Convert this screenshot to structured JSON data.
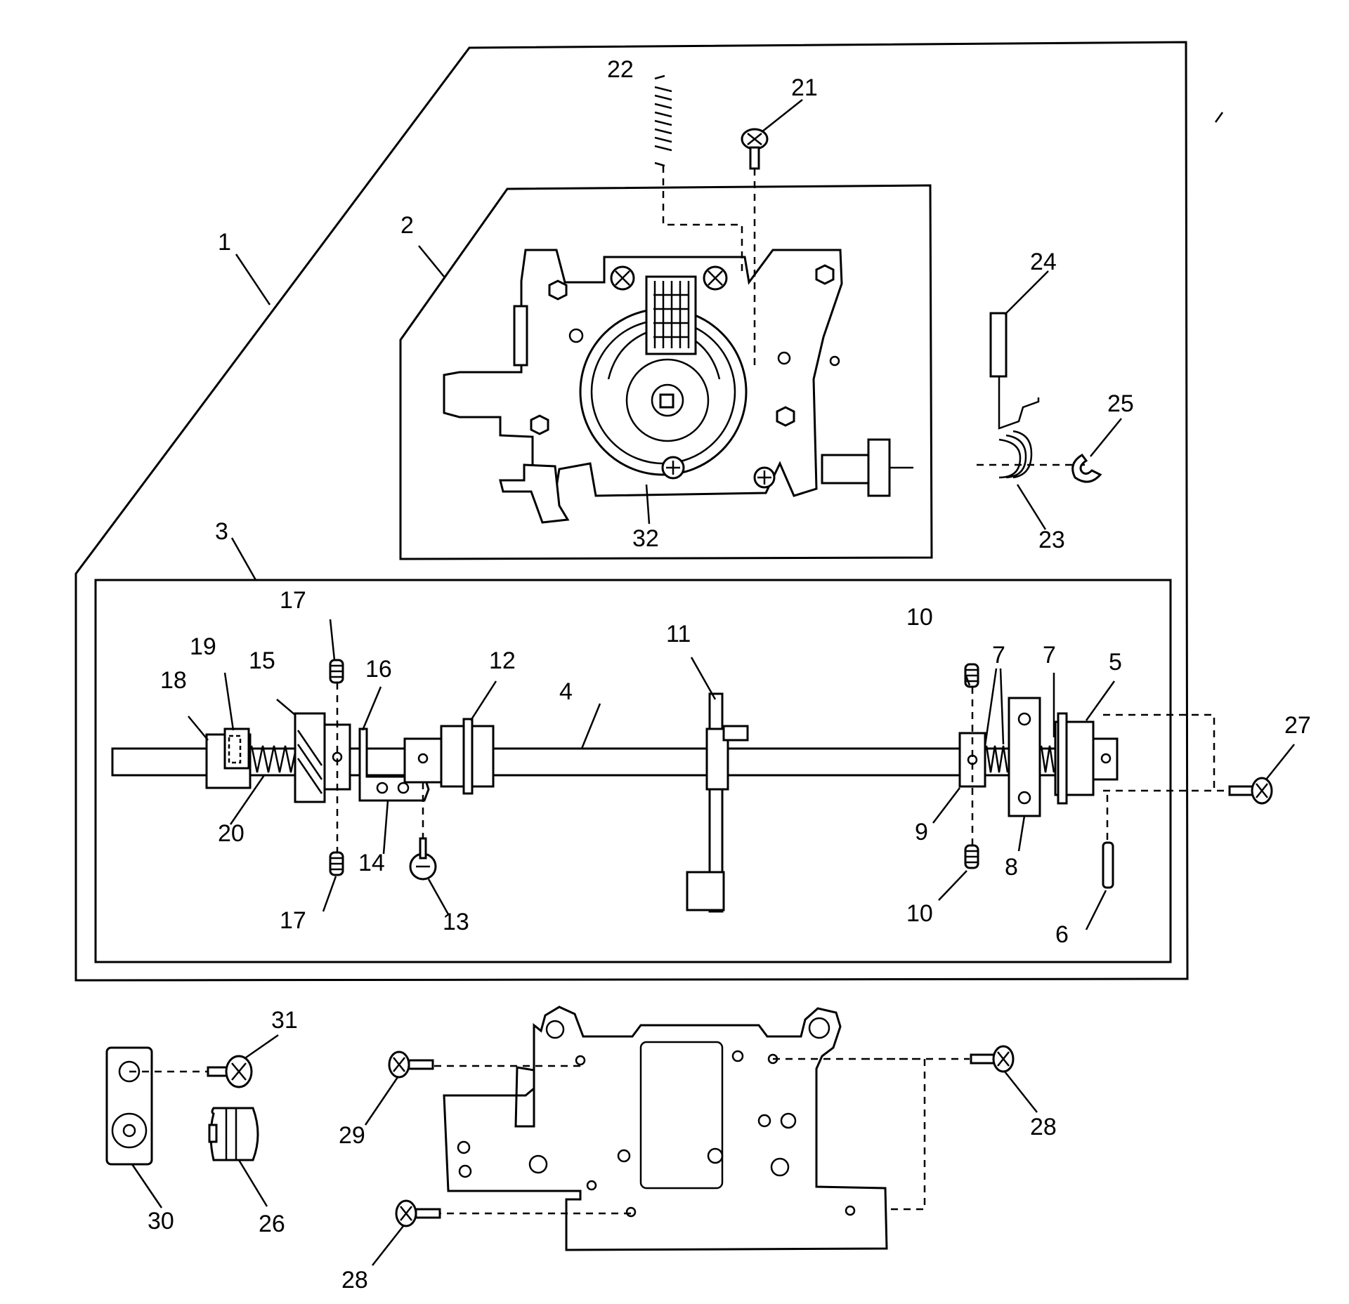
{
  "labels": {
    "p1": "1",
    "p2": "2",
    "p3": "3",
    "p4": "4",
    "p5": "5",
    "p6": "6",
    "p7a": "7",
    "p7b": "7",
    "p8": "8",
    "p9": "9",
    "p10a": "10",
    "p10b": "10",
    "p11": "11",
    "p12": "12",
    "p13": "13",
    "p14": "14",
    "p15": "15",
    "p16": "16",
    "p17a": "17",
    "p17b": "17",
    "p18": "18",
    "p19": "19",
    "p20": "20",
    "p21": "21",
    "p22": "22",
    "p23": "23",
    "p24": "24",
    "p25": "25",
    "p26": "26",
    "p27": "27",
    "p28a": "28",
    "p28b": "28",
    "p29": "29",
    "p30": "30",
    "p31": "31",
    "p32": "32"
  }
}
